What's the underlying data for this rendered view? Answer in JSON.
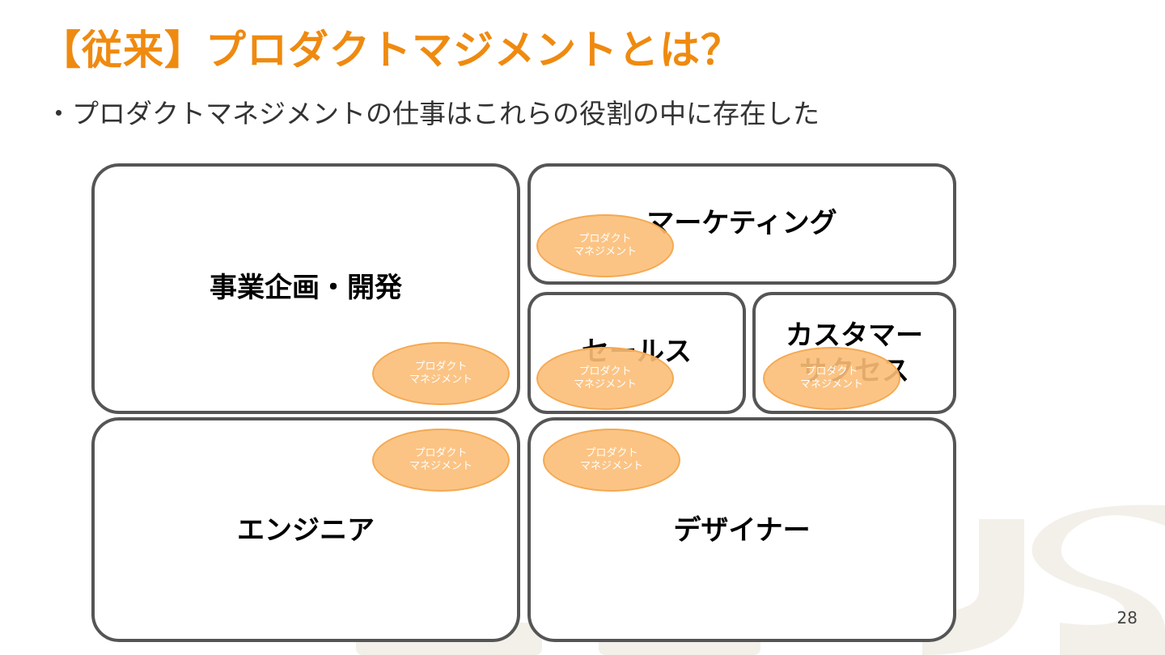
{
  "slide": {
    "title": "【従来】プロダクトマジメントとは？",
    "subtitle": "・プロダクトマネジメントの仕事はこれらの役割の中に存在した",
    "page_number": "28"
  },
  "roles": {
    "business": "事業企画・開発",
    "marketing": "マーケティング",
    "sales": "セールス",
    "cs_line1": "カスタマー",
    "cs_line2": "サクセス",
    "engineer": "エンジニア",
    "designer": "デザイナー"
  },
  "pm_bubble": {
    "line1": "プロダクト",
    "line2": "マネジメント"
  },
  "colors": {
    "accent": "#ef8a10",
    "bubble_fill": "#fbbe78",
    "box_border": "#555555"
  }
}
